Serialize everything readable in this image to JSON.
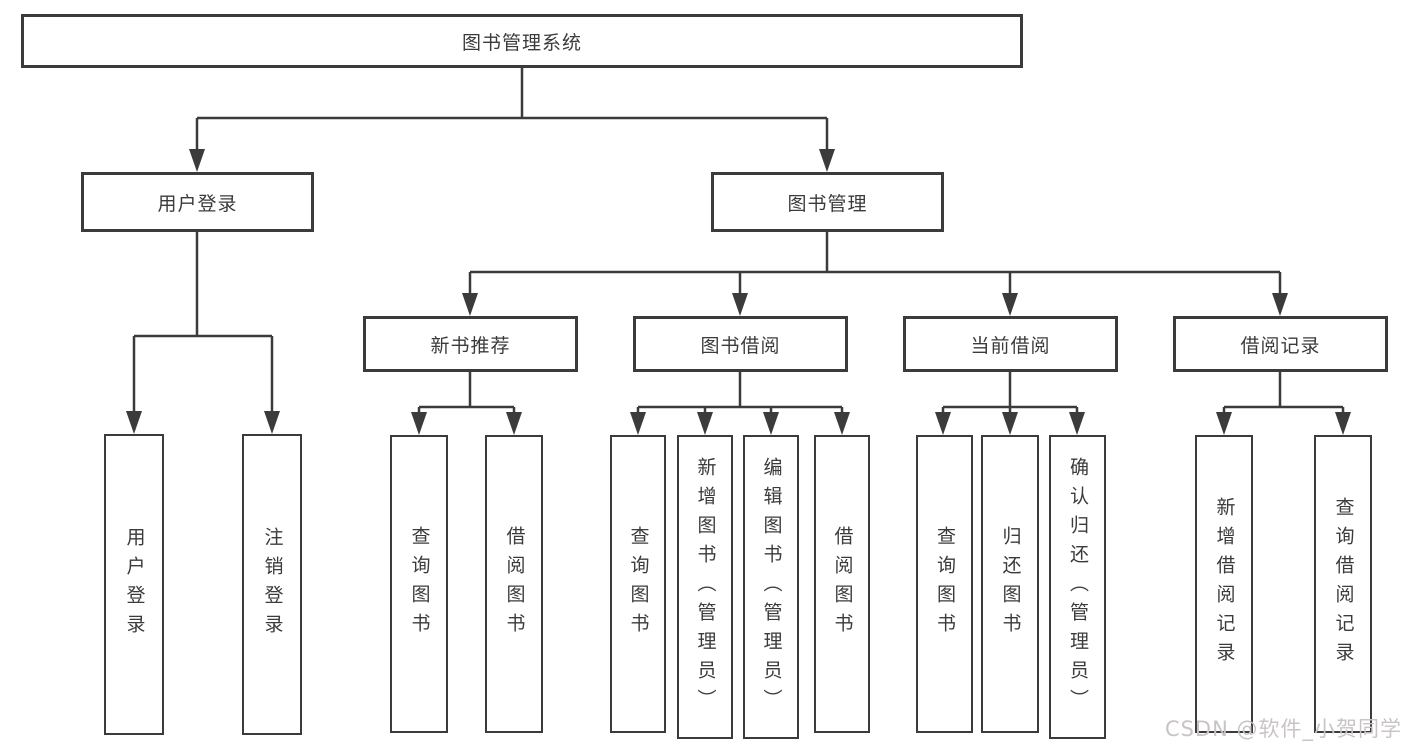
{
  "tree": {
    "root": "图书管理系统",
    "level2": [
      "用户登录",
      "图书管理"
    ],
    "level3": [
      "新书推荐",
      "图书借阅",
      "当前借阅",
      "借阅记录"
    ],
    "leaves": {
      "user_login": [
        "用户登录",
        "注销登录"
      ],
      "new_book": [
        "查询图书",
        "借阅图书"
      ],
      "book_borrow": [
        "查询图书",
        "新增图书（管理员）",
        "编辑图书（管理员）",
        "借阅图书"
      ],
      "current_borrow": [
        "查询图书",
        "归还图书",
        "确认归还（管理员）"
      ],
      "borrow_record": [
        "新增借阅记录",
        "查询借阅记录"
      ]
    }
  },
  "colors": {
    "line": "#3b3b3b",
    "text": "#3b3b3b",
    "background": "#ffffff",
    "watermark": "#c9c4c4"
  },
  "watermark": "CSDN @软件_小贺同学"
}
